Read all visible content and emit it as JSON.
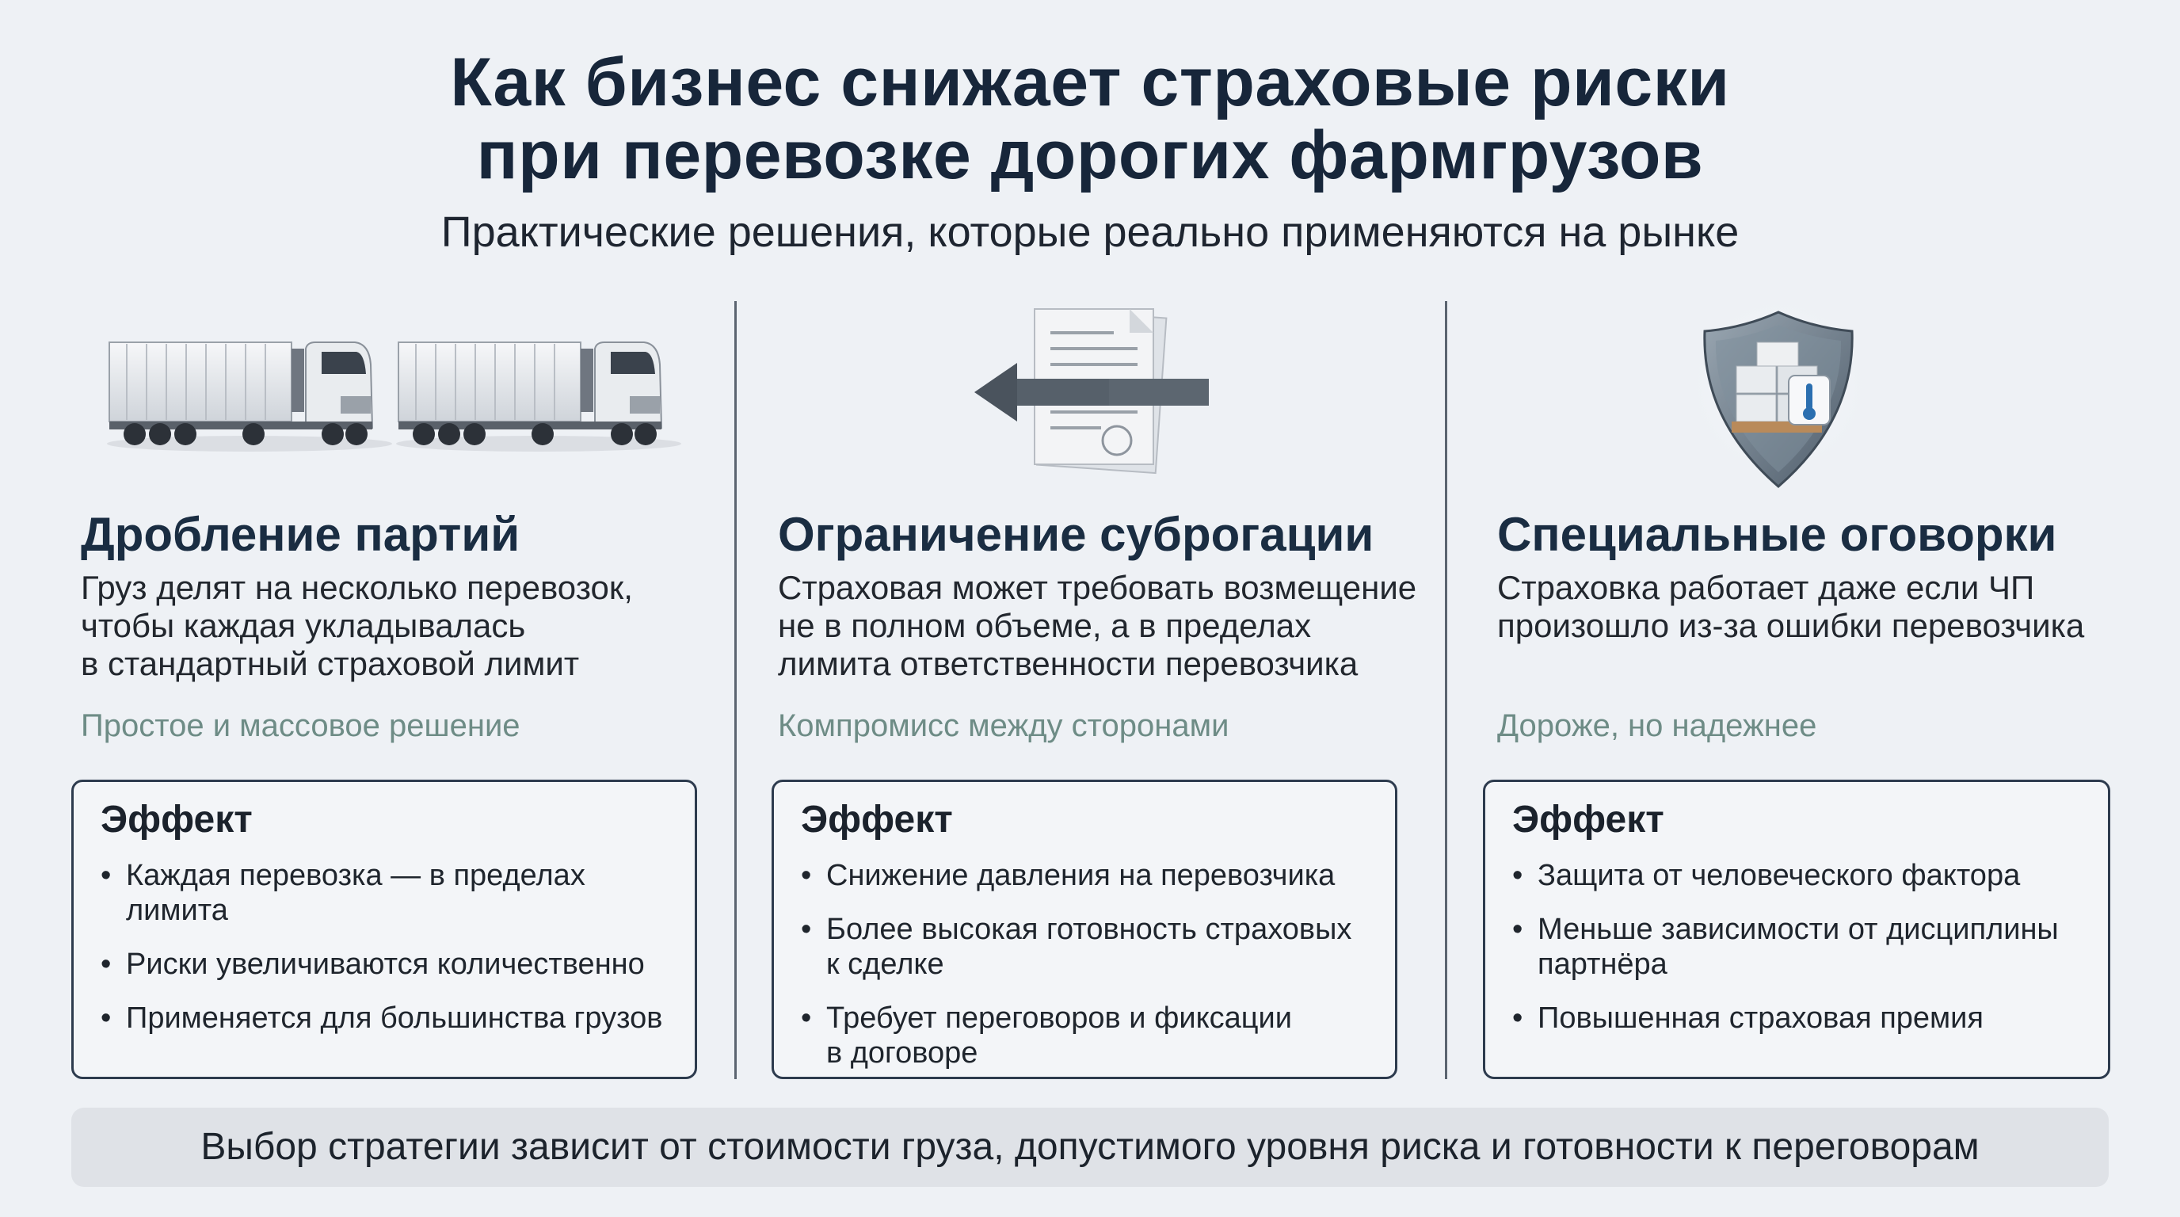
{
  "header": {
    "title_line1": "Как бизнес снижает страховые риски",
    "title_line2": "при перевозке дорогих фармгрузов",
    "subtitle": "Практические решения, которые реально применяются на рынке"
  },
  "columns": [
    {
      "icon": "trucks-icon",
      "title": "Дробление партий",
      "description": "Груз делят на несколько перевозок,\nчтобы каждая укладывалась\nв стандартный страховой лимит",
      "note": "Простое и массовое решение",
      "effect_title": "Эффект",
      "effects": [
        "Каждая перевозка — в пределах лимита",
        "Риски увеличиваются количественно",
        "Применяется для большинства грузов"
      ]
    },
    {
      "icon": "document-arrow-icon",
      "title": "Ограничение суброгации",
      "description": "Страховая может требовать возмещение\nне в полном объеме, а в пределах\nлимита ответственности перевозчика",
      "note": "Компромисс между сторонами",
      "effect_title": "Эффект",
      "effects": [
        "Снижение давления на перевозчика",
        "Более высокая готовность страховых\nк сделке",
        "Требует переговоров и фиксации\nв договоре"
      ]
    },
    {
      "icon": "shield-cargo-icon",
      "title": "Специальные оговорки",
      "description": "Страховка работает даже если ЧП\nпроизошло из-за ошибки перевозчика",
      "note": "Дороже, но надежнее",
      "effect_title": "Эффект",
      "effects": [
        "Защита от человеческого фактора",
        "Меньше зависимости от дисциплины\nпартнёра",
        "Повышенная страховая премия"
      ]
    }
  ],
  "footer": {
    "text": "Выбор стратегии зависит от стоимости груза, допустимого уровня риска и готовности к переговорам"
  },
  "colors": {
    "title": "#17263a",
    "accent_note": "#6e8c86",
    "box_border": "#2d3b4e",
    "background": "#eef1f5"
  }
}
